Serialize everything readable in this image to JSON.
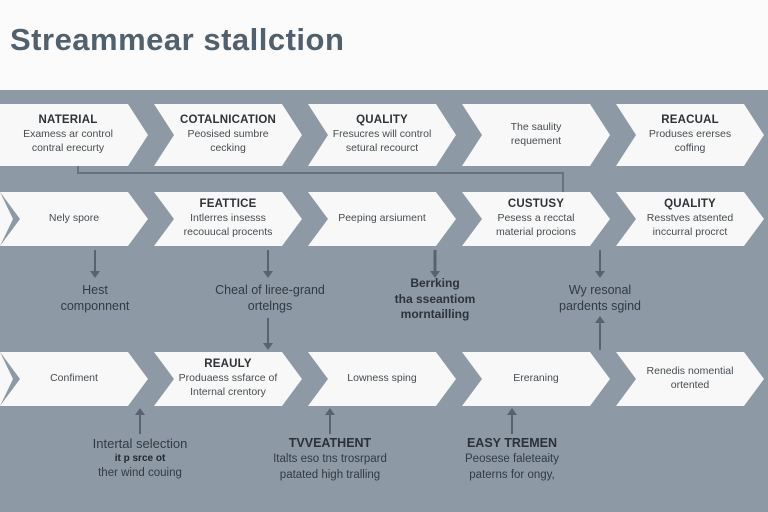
{
  "title": "Streammear stallction",
  "colors": {
    "background": "#8d99a4",
    "panel": "#f7f8f7",
    "header": "#fafbfa",
    "title_text": "#51606d",
    "arrow": "#57636e",
    "text_dark": "#333a42"
  },
  "rows": [
    {
      "steps": [
        {
          "title": "NATERIAL",
          "sub": "Examess ar control contral erecurty"
        },
        {
          "title": "COTALNICATION",
          "sub": "Peosised sumbre cecking"
        },
        {
          "title": "QUALITY",
          "sub": "Fresucres will control setural recourct"
        },
        {
          "title": "",
          "sub": "The saulity requement"
        },
        {
          "title": "REACUAL",
          "sub": "Produses ererses coffing"
        }
      ]
    },
    {
      "steps": [
        {
          "title": "",
          "sub": "Nely spore"
        },
        {
          "title": "FEATTICE",
          "sub": "Intlerres insesss recouucal procents"
        },
        {
          "title": "",
          "sub": "Peeping arsiument"
        },
        {
          "title": "CUSTUSY",
          "sub": "Pesess a recctal material procions"
        },
        {
          "title": "QUALITY",
          "sub": "Resstves atsented inccurral procrct"
        }
      ]
    },
    {
      "steps": [
        {
          "title": "",
          "sub": "Confiment"
        },
        {
          "title": "REAULY",
          "sub": "Produaess ssfarce of Internal crentory"
        },
        {
          "title": "",
          "sub": "Lowness sping"
        },
        {
          "title": "",
          "sub": "Ereraning"
        },
        {
          "title": "",
          "sub": "Renedis nomential ortented"
        }
      ]
    }
  ],
  "mid_labels": [
    "Hest\ncomponnent",
    "Cheal of liree-grand\nortelngs",
    "Berrking\ntha sseantiom\nmorntailling",
    "Wy resonal\npardents sgind"
  ],
  "bottom_labels": [
    {
      "title": "",
      "line1": "Intertal selection",
      "line2": "it p srce ot",
      "line3": "ther wind couing"
    },
    {
      "title": "TVVEATHENT",
      "line1": "Italts eso tns trosrpard",
      "line2": "patated high tralling",
      "line3": ""
    },
    {
      "title": "EASY TREMEN",
      "line1": "Peosese faleteaity",
      "line2": "paterns for ongy,",
      "line3": ""
    }
  ]
}
